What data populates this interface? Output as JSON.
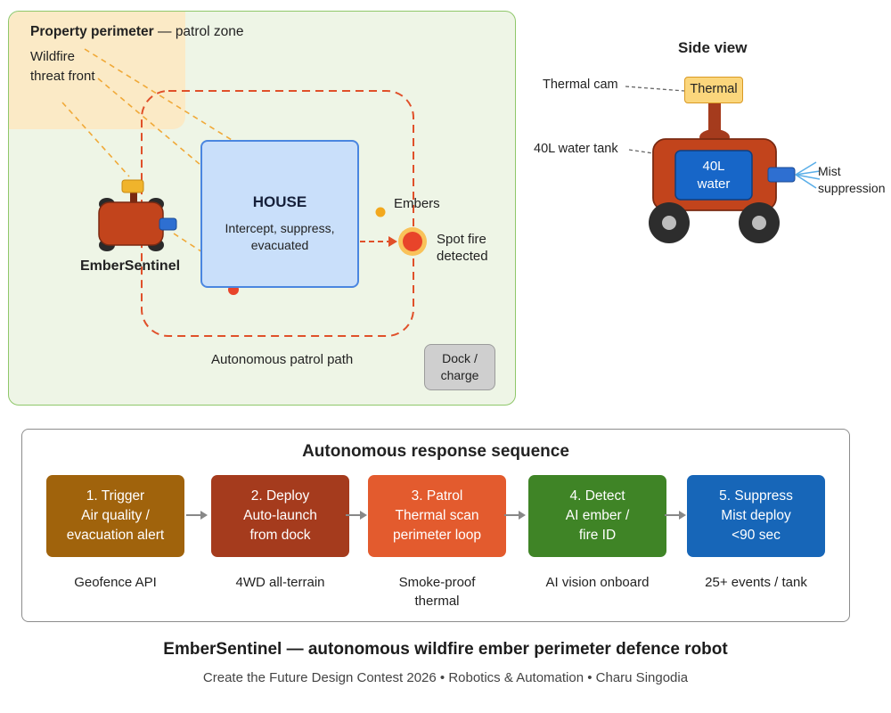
{
  "site_map": {
    "perimeter_title": "Property perimeter",
    "perimeter_subtitle": " — patrol zone",
    "threat_label": "Wildfire\nthreat front",
    "house_title": "HOUSE",
    "house_desc": "Intercept, suppress, evacuated",
    "embers_label": "Embers",
    "spot_fire_label": "Spot fire\ndetected",
    "robot_label": "EmberSentinel",
    "patrol_path_label": "Autonomous patrol path",
    "dock_label": "Dock /\ncharge"
  },
  "side_view": {
    "title": "Side view",
    "thermal_label": "Thermal",
    "thermal_cam_label": "Thermal cam",
    "tank_callout": "40L water tank",
    "tank_label": "40L\nwater",
    "mist_label": "Mist\nsuppression"
  },
  "sequence": {
    "title": "Autonomous response sequence",
    "steps": [
      {
        "label": "1. Trigger\nAir quality /\nevacuation alert",
        "note": "Geofence API",
        "color": "#a0630c"
      },
      {
        "label": "2. Deploy\nAuto-launch\nfrom dock",
        "note": "4WD all-terrain",
        "color": "#a53b1d"
      },
      {
        "label": "3. Patrol\nThermal scan\nperimeter loop",
        "note": "Smoke-proof\nthermal",
        "color": "#e35b2e"
      },
      {
        "label": "4. Detect\nAI ember /\nfire ID",
        "note": "AI vision onboard",
        "color": "#3f8426"
      },
      {
        "label": "5. Suppress\nMist deploy\n<90 sec",
        "note": "25+ events / tank",
        "color": "#1766b8"
      }
    ]
  },
  "footer": {
    "title": "EmberSentinel — autonomous wildfire ember perimeter defence robot",
    "subtitle": "Create the Future Design Contest 2026  •  Robotics & Automation  •  Charu Singodia"
  },
  "colors": {
    "robot_body": "#c2441c",
    "robot_outline": "#7a2a12",
    "patrol_path": "#e0502a",
    "fire": "#e8442a",
    "ember": "#f2a81d",
    "nozzle": "#2e6fd1",
    "panel_green": "#8fc76a"
  }
}
